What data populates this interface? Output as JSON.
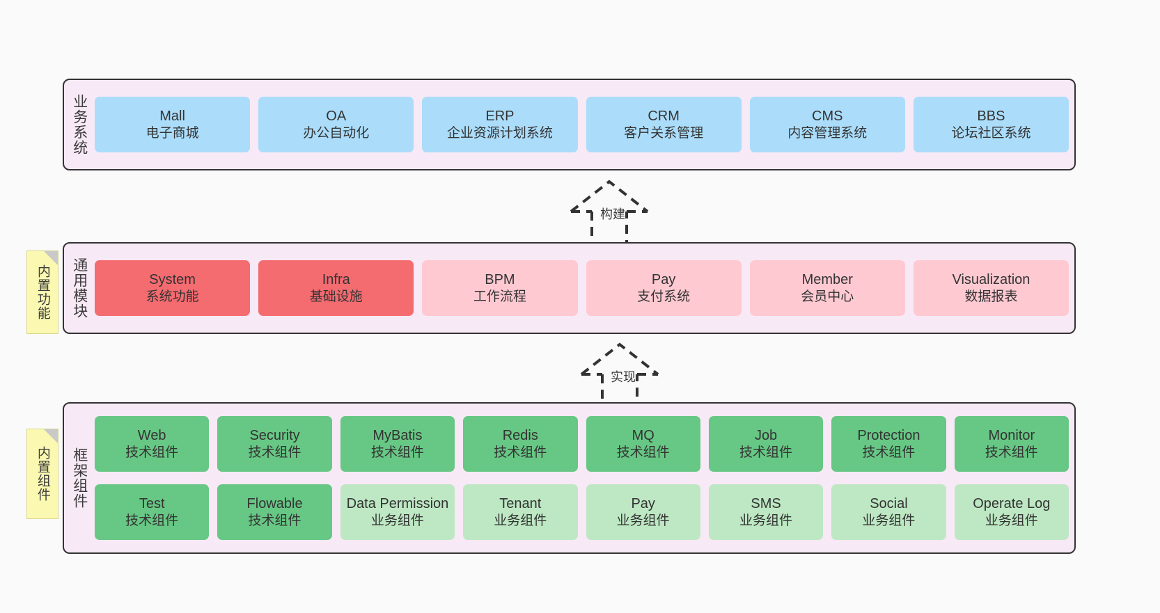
{
  "diagram": {
    "background_color": "#fafafa",
    "layers": [
      {
        "id": "business",
        "title": "业务系统",
        "container_color": "#f7e9f5",
        "rows": [
          {
            "cards": [
              {
                "en": "Mall",
                "cn": "电子商城",
                "color": "blue"
              },
              {
                "en": "OA",
                "cn": "办公自动化",
                "color": "blue"
              },
              {
                "en": "ERP",
                "cn": "企业资源计划系统",
                "color": "blue"
              },
              {
                "en": "CRM",
                "cn": "客户关系管理",
                "color": "blue"
              },
              {
                "en": "CMS",
                "cn": "内容管理系统",
                "color": "blue"
              },
              {
                "en": "BBS",
                "cn": "论坛社区系统",
                "color": "blue"
              }
            ]
          }
        ]
      },
      {
        "id": "common",
        "title": "通用模块",
        "container_color": "#f7e9f5",
        "rows": [
          {
            "cards": [
              {
                "en": "System",
                "cn": "系统功能",
                "color": "red"
              },
              {
                "en": "Infra",
                "cn": "基础设施",
                "color": "red"
              },
              {
                "en": "BPM",
                "cn": "工作流程",
                "color": "pink"
              },
              {
                "en": "Pay",
                "cn": "支付系统",
                "color": "pink"
              },
              {
                "en": "Member",
                "cn": "会员中心",
                "color": "pink"
              },
              {
                "en": "Visualization",
                "cn": "数据报表",
                "color": "pink"
              }
            ]
          }
        ]
      },
      {
        "id": "framework",
        "title": "框架组件",
        "container_color": "#f7e9f5",
        "rows": [
          {
            "cards": [
              {
                "en": "Web",
                "cn": "技术组件",
                "color": "green"
              },
              {
                "en": "Security",
                "cn": "技术组件",
                "color": "green"
              },
              {
                "en": "MyBatis",
                "cn": "技术组件",
                "color": "green"
              },
              {
                "en": "Redis",
                "cn": "技术组件",
                "color": "green"
              },
              {
                "en": "MQ",
                "cn": "技术组件",
                "color": "green"
              },
              {
                "en": "Job",
                "cn": "技术组件",
                "color": "green"
              },
              {
                "en": "Protection",
                "cn": "技术组件",
                "color": "green"
              },
              {
                "en": "Monitor",
                "cn": "技术组件",
                "color": "green"
              }
            ]
          },
          {
            "cards": [
              {
                "en": "Test",
                "cn": "技术组件",
                "color": "green"
              },
              {
                "en": "Flowable",
                "cn": "技术组件",
                "color": "green"
              },
              {
                "en": "Data Permission",
                "cn": "业务组件",
                "color": "lgreen"
              },
              {
                "en": "Tenant",
                "cn": "业务组件",
                "color": "lgreen"
              },
              {
                "en": "Pay",
                "cn": "业务组件",
                "color": "lgreen"
              },
              {
                "en": "SMS",
                "cn": "业务组件",
                "color": "lgreen"
              },
              {
                "en": "Social",
                "cn": "业务组件",
                "color": "lgreen"
              },
              {
                "en": "Operate Log",
                "cn": "业务组件",
                "color": "lgreen"
              }
            ]
          }
        ]
      }
    ],
    "notes": [
      {
        "id": "functions",
        "text": "内置功能",
        "color": "#FAF8B1"
      },
      {
        "id": "components",
        "text": "内置组件",
        "color": "#FAF8B1"
      }
    ],
    "arrows": [
      {
        "id": "build",
        "label": "构建",
        "style": "dashed-hollow-up"
      },
      {
        "id": "impl",
        "label": "实现",
        "style": "dashed-hollow-up"
      }
    ],
    "palette": {
      "blue": "#ABDDFB",
      "red": "#F46B70",
      "pink": "#FFC9D2",
      "green": "#67C784",
      "light_green": "#BDE8C3",
      "container": "#f7e9f5",
      "note": "#FAF8B1",
      "border": "#333333"
    }
  }
}
